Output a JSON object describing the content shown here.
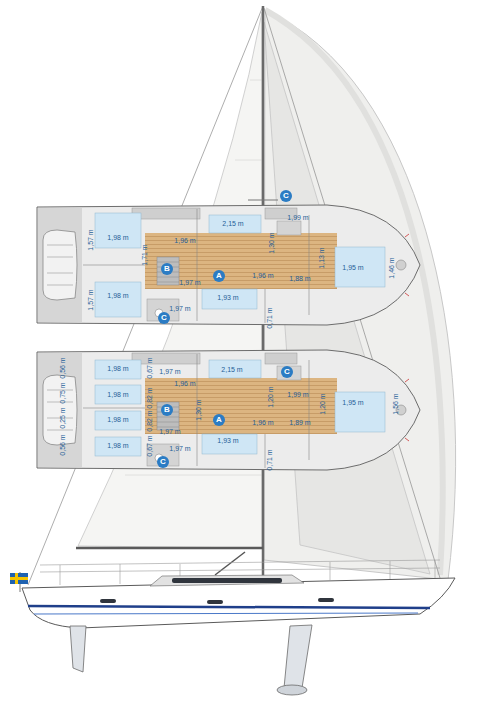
{
  "diagram": {
    "nodes": [
      {
        "text": [
          "C"
        ]
      },
      {
        "text": [
          "B"
        ]
      },
      {
        "text": [
          "A"
        ]
      },
      {
        "text": [
          "C"
        ]
      },
      {
        "text": [
          "C"
        ]
      },
      {
        "text": [
          "B"
        ]
      },
      {
        "text": [
          "A"
        ]
      },
      {
        "text": [
          "C"
        ]
      }
    ],
    "labels": [
      "1,57 m",
      "1,98 m",
      "1,71 m",
      "1,96 m",
      "2,15 m",
      "1,30 m",
      "1,99 m",
      "1,13 m",
      "1,95 m",
      "1,46 m",
      "1,96 m",
      "1,88 m",
      "1,97 m",
      "1,57 m",
      "1,98 m",
      "1,97 m",
      "1,93 m",
      "0,71 m",
      "0,56 m",
      "1,98 m",
      "0,67 m",
      "1,97 m",
      "1,96 m",
      "2,15 m",
      "0,75 m",
      "1,98 m",
      "0,82 m",
      "1,30 m",
      "1,20 m",
      "1,99 m",
      "1,20 m",
      "1,95 m",
      "1,56 m",
      "1,96 m",
      "1,89 m",
      "0,25 m",
      "1,98 m",
      "0,82 m",
      "1,97 m",
      "0,56 m",
      "1,98 m",
      "0,67 m",
      "1,97 m",
      "1,93 m",
      "0,71 m"
    ]
  }
}
